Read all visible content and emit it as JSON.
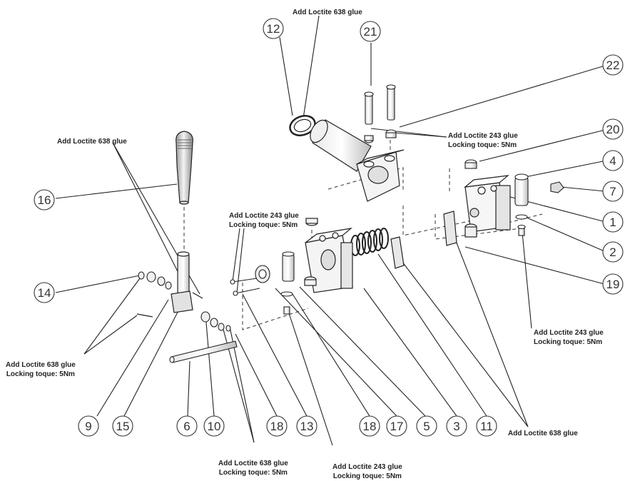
{
  "callouts": [
    "12",
    "21",
    "22",
    "20",
    "4",
    "7",
    "1",
    "2",
    "19",
    "16",
    "14",
    "9",
    "15",
    "6",
    "10",
    "18",
    "13",
    "18",
    "17",
    "5",
    "3",
    "11"
  ],
  "notes": {
    "top": "Add Loctite 638 glue",
    "upper_right_a": "Add Loctite 243 glue",
    "upper_right_b": "Locking toque: 5Nm",
    "left_top": "Add Loctite 638 glue",
    "mid_a": "Add Loctite 243 glue",
    "mid_b": "Locking toque: 5Nm",
    "right_lower_a": "Add Loctite 243 glue",
    "right_lower_b": "Locking toque: 5Nm",
    "left_lower_a": "Add Loctite 638 glue",
    "left_lower_b": "Locking toque: 5Nm",
    "bottom_right": "Add Loctite 638 glue",
    "bottom_left_a": "Add Loctite 638 glue",
    "bottom_left_b": "Locking toque: 5Nm",
    "bottom_mid_a": "Add Loctite 243 glue",
    "bottom_mid_b": "Locking toque: 5Nm"
  }
}
